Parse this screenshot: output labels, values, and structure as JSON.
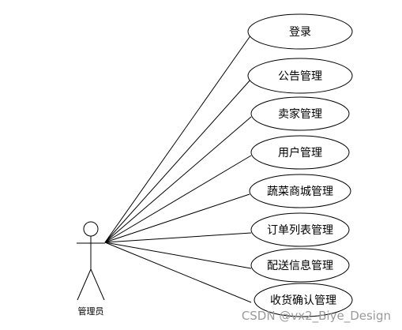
{
  "actor": {
    "name": "管理员"
  },
  "use_cases": [
    {
      "label": "登录"
    },
    {
      "label": "公告管理"
    },
    {
      "label": "卖家管理"
    },
    {
      "label": "用户管理"
    },
    {
      "label": "蔬菜商城管理"
    },
    {
      "label": "订单列表管理"
    },
    {
      "label": "配送信息管理"
    },
    {
      "label": "收货确认管理"
    }
  ],
  "watermark": "CSDN @vx2_Biye_Design"
}
